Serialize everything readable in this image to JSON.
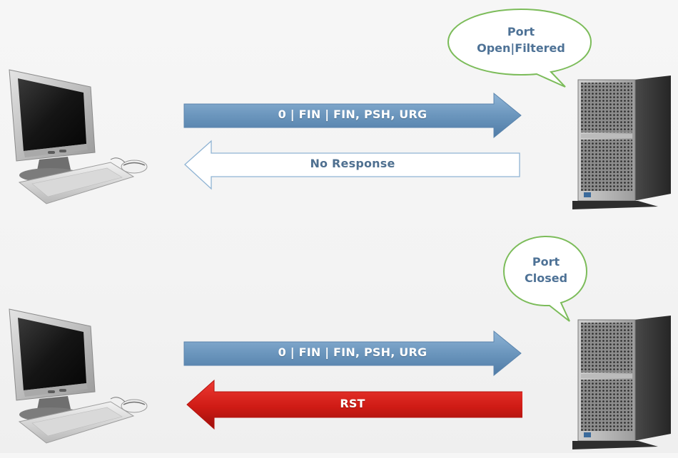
{
  "top_scenario": {
    "request_label": "0 | FIN | FIN, PSH, URG",
    "response_label": "No Response",
    "bubble_line1": "Port",
    "bubble_line2": "Open|Filtered"
  },
  "bottom_scenario": {
    "request_label": "0 | FIN | FIN, PSH, URG",
    "response_label": "RST",
    "bubble_line1": "Port",
    "bubble_line2": "Closed"
  },
  "colors": {
    "request_arrow": "#6f9ac0",
    "no_response_arrow": "#ffffff",
    "rst_arrow": "#d21a14",
    "bubble_border": "#7cbc5a",
    "bubble_text": "#4e7296"
  }
}
